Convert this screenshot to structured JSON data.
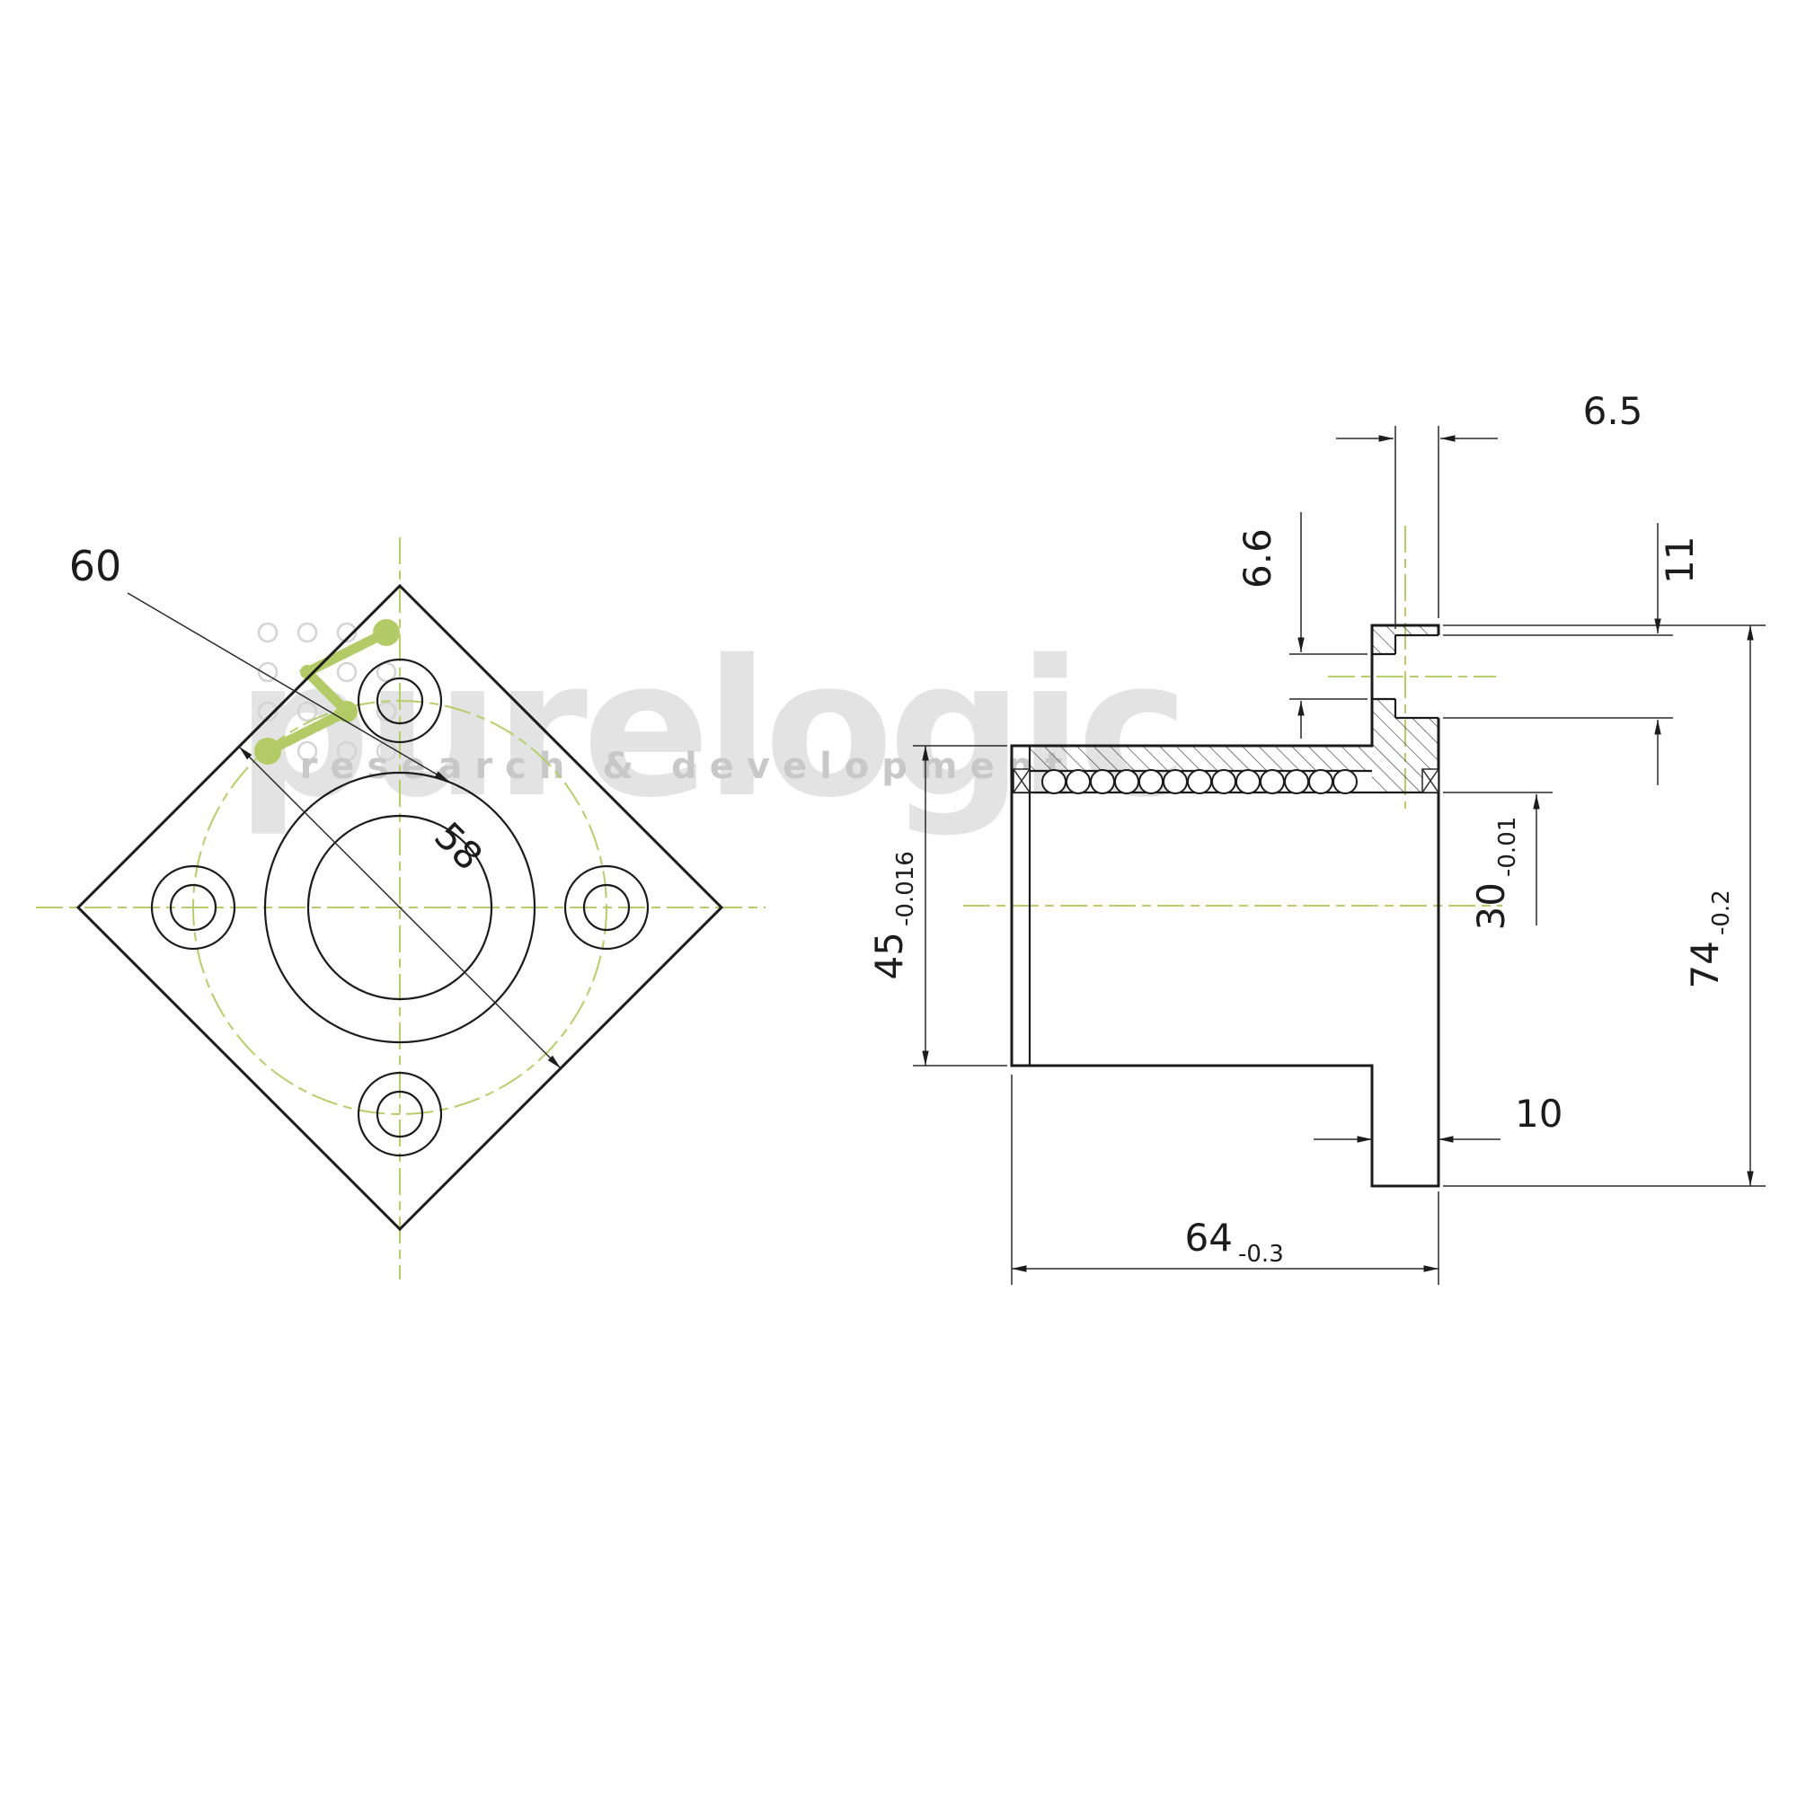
{
  "watermark": {
    "brand": "purelogic",
    "tagline": "research & development"
  },
  "front_view": {
    "pcd_label": "60",
    "flange_side_label": "58"
  },
  "side_view": {
    "bolt_hole_dia": "6.6",
    "counterbore_depth": "6.5",
    "counterbore_dia": "11",
    "outer_dia": "45",
    "outer_dia_tol": "-0.016",
    "bore_dia": "30",
    "bore_dia_tol": "-0.01",
    "flange_height": "74",
    "flange_height_tol": "-0.2",
    "body_length": "64",
    "body_length_tol": "-0.3",
    "flange_thickness": "10"
  },
  "colors": {
    "line": "#1b1b1b",
    "centerline": "#b6ce6a",
    "watermark_text": "#e3e3e3",
    "tagline_text": "#c8c8c8",
    "logo_green": "#b2cb67"
  }
}
